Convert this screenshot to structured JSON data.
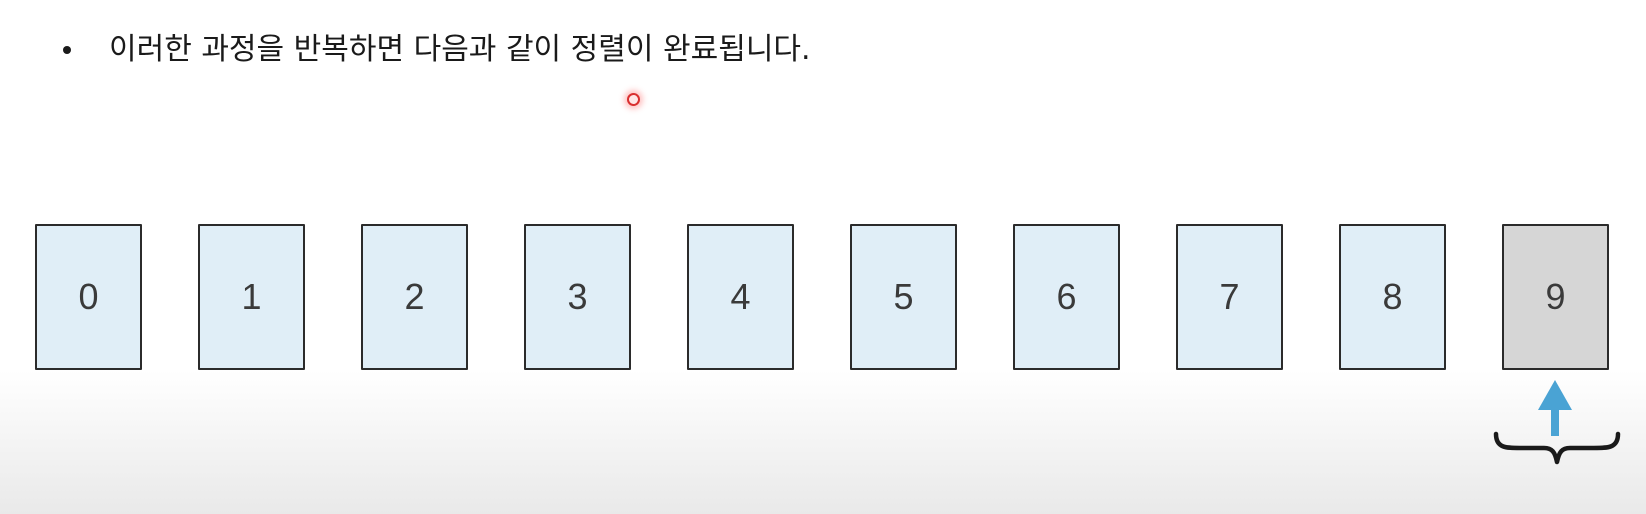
{
  "slide": {
    "bullet_text": "이러한 과정을 반복하면 다음과 같이 정렬이 완료됩니다."
  },
  "cards": [
    {
      "value": "0",
      "state": "unsorted"
    },
    {
      "value": "1",
      "state": "unsorted"
    },
    {
      "value": "2",
      "state": "unsorted"
    },
    {
      "value": "3",
      "state": "unsorted"
    },
    {
      "value": "4",
      "state": "unsorted"
    },
    {
      "value": "5",
      "state": "unsorted"
    },
    {
      "value": "6",
      "state": "unsorted"
    },
    {
      "value": "7",
      "state": "unsorted"
    },
    {
      "value": "8",
      "state": "unsorted"
    },
    {
      "value": "9",
      "state": "sorted"
    }
  ],
  "colors": {
    "unsorted_fill": "#e0eef7",
    "sorted_fill": "#d6d6d6",
    "arrow": "#4aa3d4",
    "brace": "#1a1a1a"
  },
  "icons": {
    "pointer": "up-arrow-icon",
    "group": "curly-brace-icon"
  }
}
